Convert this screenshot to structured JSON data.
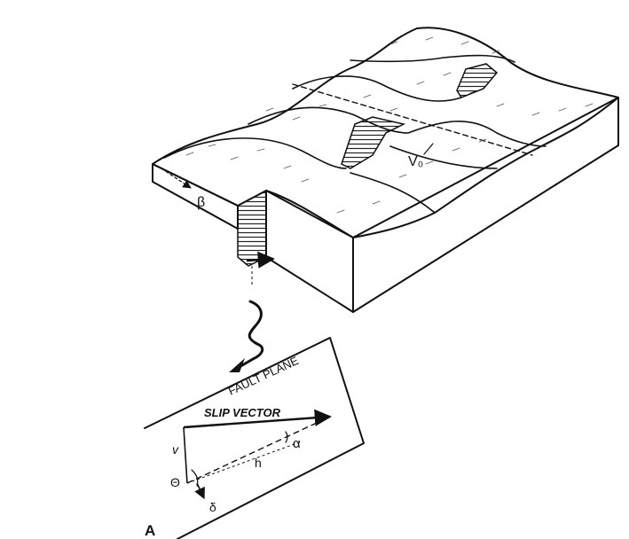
{
  "figure": {
    "block_diagram": {
      "labels": {
        "dip_angle": "β",
        "offset": "V₀"
      }
    },
    "fault_plane_inset": {
      "title": "FAULT PLANE",
      "slip_vector": "SLIP VECTOR",
      "vertical_component": "v",
      "horizontal_component": "h",
      "angle_alpha": "α",
      "angle_theta": "Θ",
      "angle_delta": "δ"
    },
    "panel_label": "A"
  },
  "colors": {
    "ink": "#111111",
    "background": "#ffffff",
    "hatch": "#222222"
  },
  "icons": {
    "connector": "lightning-bolt-arrow"
  }
}
